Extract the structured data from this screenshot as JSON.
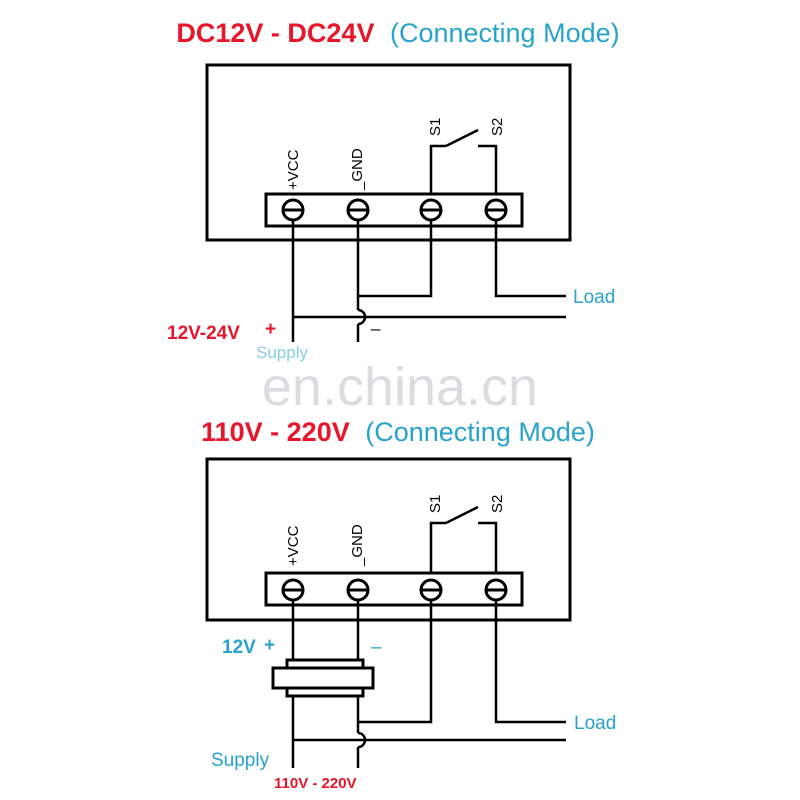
{
  "top": {
    "title_voltage": "DC12V - DC24V",
    "title_mode": "(Connecting Mode)",
    "label_vcc": "+VCC",
    "label_gnd": "_GND",
    "label_s1": "S1",
    "label_s2": "S2",
    "label_load": "Load",
    "supply_voltage": "12V-24V",
    "plus": "+",
    "minus": "–",
    "supply": "Supply"
  },
  "watermark": "en.china.cn",
  "bottom": {
    "title_voltage": "110V - 220V",
    "title_mode": "(Connecting Mode)",
    "label_vcc": "+VCC",
    "label_gnd": "_GND",
    "label_s1": "S1",
    "label_s2": "S2",
    "label_load": "Load",
    "adapter_voltage": "12V",
    "plus": "+",
    "minus": "–",
    "supply": "Supply",
    "supply_voltage": "110V - 220V"
  },
  "colors": {
    "red": "#e8152b",
    "blue": "#29a3cc"
  }
}
